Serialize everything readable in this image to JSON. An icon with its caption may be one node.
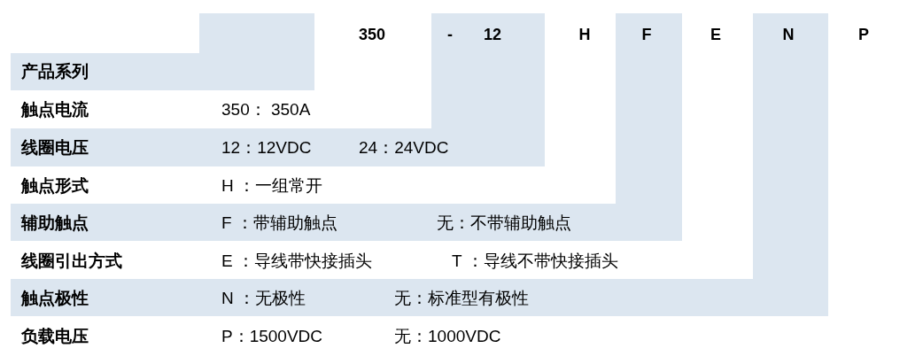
{
  "diagram": {
    "labels": [
      "350",
      "-",
      "12",
      "H",
      "F",
      "E",
      "N",
      "P",
      "产品系列",
      "触点电流",
      "350：  350A",
      "线圈电压",
      "12：12VDC",
      "24：24VDC",
      "触点形式",
      "H ：一组常开",
      "辅助触点",
      "F ：带辅助触点",
      "无：不带辅助触点",
      "线圈引出方式",
      "E ：导线带快接插头",
      "T ：导线不带快接插头",
      "触点极性",
      "N  ：无极性",
      "无：标准型有极性",
      "负载电压",
      "P：1500VDC",
      "无：1000VDC"
    ]
  }
}
